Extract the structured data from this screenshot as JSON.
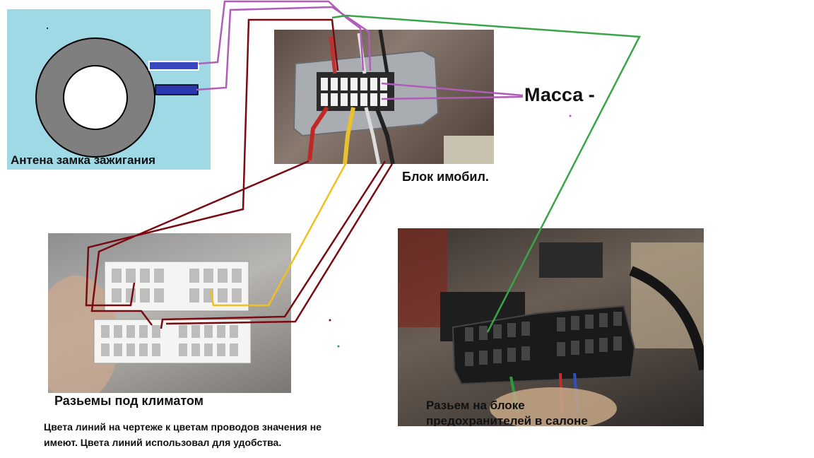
{
  "labels": {
    "antenna": "Антена замка зажигания",
    "immo_block": "Блок имобил.",
    "ground": "Масса -",
    "climate": "Разьемы под климатом",
    "fuse_line1": "Разьем на блоке",
    "fuse_line2": "предохранителей в салоне",
    "note_line1": "Цвета линий на чертеже к цветам проводов значения не",
    "note_line2": "имеют. Цвета линий использовал для удобства."
  },
  "colors": {
    "antenna_bg": "#9fd9e6",
    "wire_purple": "#b05cb8",
    "wire_darkred": "#7a0a12",
    "wire_yellow": "#f0c020",
    "wire_green": "#3aa548"
  }
}
